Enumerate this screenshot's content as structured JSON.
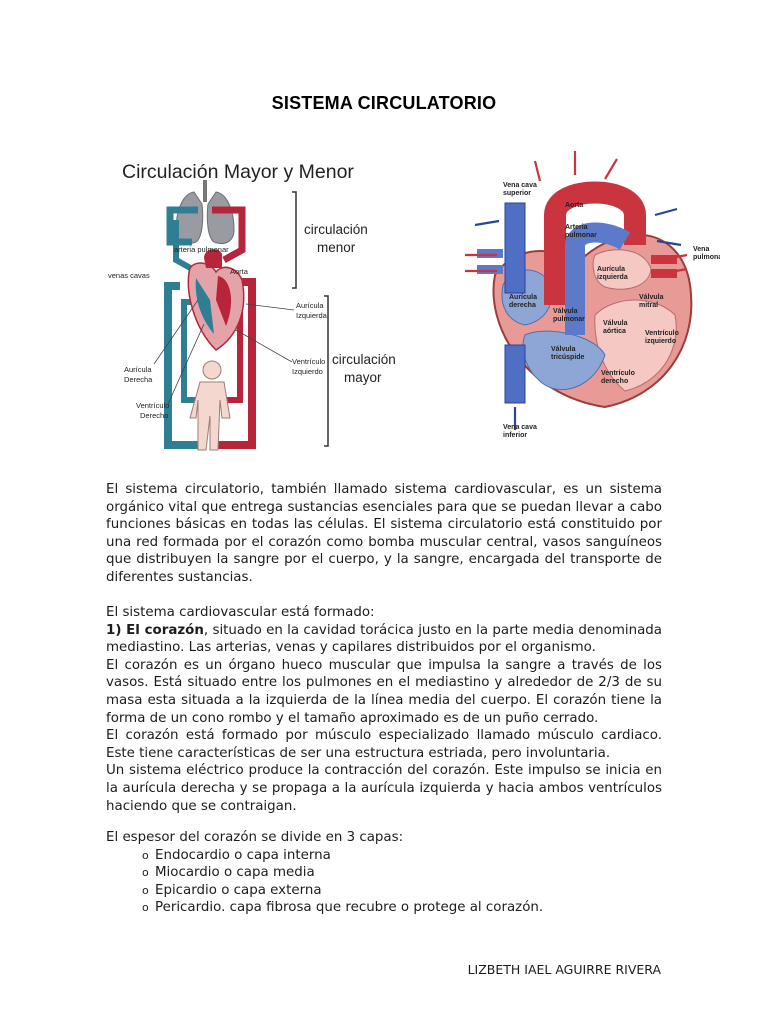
{
  "document": {
    "title": "SISTEMA CIRCULATORIO",
    "author": "LIZBETH IAEL AGUIRRE RIVERA"
  },
  "figure_left": {
    "heading": "Circulación Mayor y Menor",
    "labels": {
      "circulacion_menor_1": "circulación",
      "circulacion_menor_2": "menor",
      "circulacion_mayor_1": "circulación",
      "circulacion_mayor_2": "mayor",
      "arteria_pulmonar": "arteria pulmonar",
      "venas_cavas": "venas cavas",
      "aorta": "Aorta",
      "auricula_izq_1": "Aurícula",
      "auricula_izq_2": "Izquierda",
      "ventriculo_izq_1": "Ventrículo",
      "ventriculo_izq_2": "Izquierdo",
      "auricula_der_1": "Aurícula",
      "auricula_der_2": "Derecha",
      "ventriculo_der_1": "Ventrículo",
      "ventriculo_der_2": "Derecho"
    }
  },
  "figure_right": {
    "labels": {
      "vena_cava_sup_1": "Vena cava",
      "vena_cava_sup_2": "superior",
      "aorta": "Aorta",
      "arteria_pulmonar_1": "Arteria",
      "arteria_pulmonar_2": "pulmonar",
      "vena_pulmonar_1": "Vena",
      "vena_pulmonar_2": "pulmonar",
      "auricula_izq_1": "Aurícula",
      "auricula_izq_2": "izquierda",
      "auricula_der_1": "Aurícula",
      "auricula_der_2": "derecha",
      "valvula_mitral_1": "Válvula",
      "valvula_mitral_2": "mitral",
      "valvula_pulmonar_1": "Válvula",
      "valvula_pulmonar_2": "pulmonar",
      "valvula_aortica_1": "Válvula",
      "valvula_aortica_2": "aórtica",
      "ventriculo_izq_1": "Ventrículo",
      "ventriculo_izq_2": "izquierdo",
      "valvula_tricuspide_1": "Válvula",
      "valvula_tricuspide_2": "tricúspide",
      "ventriculo_der_1": "Ventrículo",
      "ventriculo_der_2": "derecho",
      "vena_cava_inf_1": "Vena cava",
      "vena_cava_inf_2": "inferior"
    }
  },
  "paragraph1": "El sistema circulatorio, también llamado sistema cardiovascular, es un sistema orgánico vital que entrega sustancias esenciales para que se puedan llevar a cabo funciones básicas en todas las células. El sistema circulatorio está constituido por una red formada por el corazón como bomba muscular central, vasos sanguíneos que distribuyen la sangre por el cuerpo, y la sangre, encargada del transporte de diferentes sustancias.",
  "paragraph2": {
    "intro": "El sistema cardiovascular está formado:",
    "item_label": "1) El corazón",
    "item_text": ", situado en la cavidad torácica justo en la parte media denominada mediastino. Las arterias, venas y capilares distribuidos por el organismo.",
    "line2": "El corazón es un órgano hueco muscular que impulsa la sangre a través de los vasos. Está situado entre los pulmones en el mediastino y alrededor de 2/3 de su masa esta situada a la izquierda de la línea media del cuerpo. El corazón tiene la forma de un cono rombo y el tamaño aproximado es de un puño cerrado.",
    "line3": "El corazón está formado por músculo especializado llamado músculo cardiaco. Este tiene características de ser una estructura estriada, pero involuntaria.",
    "line4": "Un sistema eléctrico produce la contracción del corazón. Este impulso se inicia en la aurícula derecha y se propaga a la aurícula izquierda y hacia ambos ventrículos haciendo que se contraigan."
  },
  "paragraph3": {
    "intro": "El espesor del corazón se divide en 3 capas:",
    "bullet_symbol": "o",
    "items": [
      "Endocardio o capa interna",
      "Miocardio o capa media",
      "Epicardio o capa externa",
      "Pericardio.  capa fibrosa que recubre o protege al corazón."
    ]
  }
}
